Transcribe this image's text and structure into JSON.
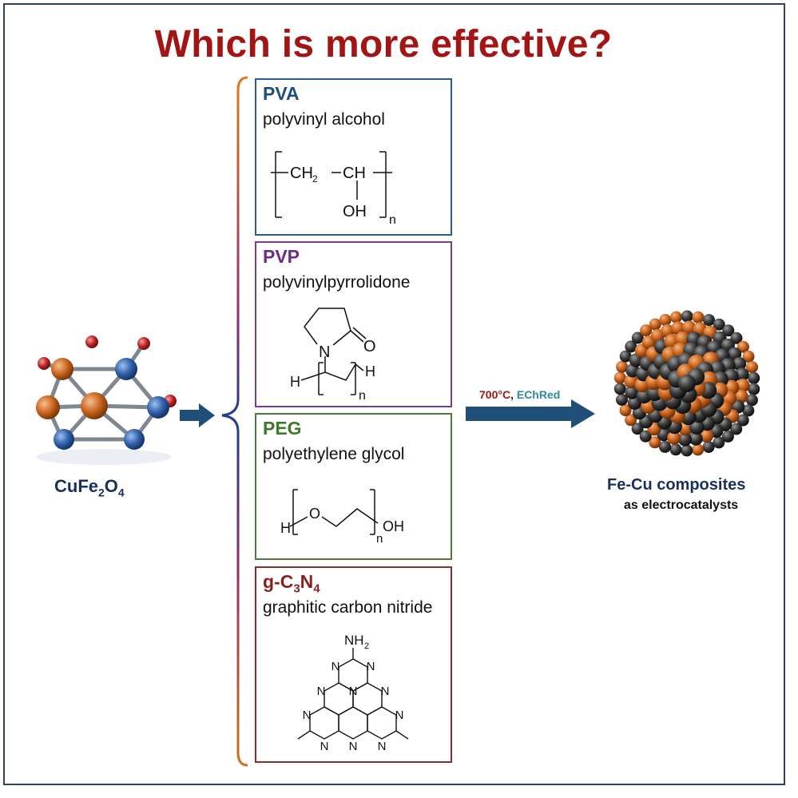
{
  "title": "Which is more effective?",
  "polymers": [
    {
      "abbr": "PVA",
      "name": "polyvinyl alcohol"
    },
    {
      "abbr": "PVP",
      "name": "polyvinylpyrrolidone"
    },
    {
      "abbr": "PEG",
      "name": "polyethylene glycol"
    },
    {
      "abbr": "g-C3N4",
      "name": "graphitic carbon nitride"
    }
  ],
  "structure_labels": {
    "pva_ch2": "CH",
    "pva_ch": "CH",
    "pva_oh": "OH",
    "pva_n": "n",
    "pvp_n_atom": "N",
    "pvp_o": "O",
    "pvp_h_left": "H",
    "pvp_h_right": "H",
    "pvp_n": "n",
    "peg_h": "H",
    "peg_o": "O",
    "peg_oh": "OH",
    "peg_n": "n",
    "gcn_nh2": "NH",
    "gcn_n": "N"
  },
  "precursor": {
    "formula": "CuFe2O4"
  },
  "conditions": {
    "temperature": "700°C",
    "separator": ",",
    "method": "EChRed"
  },
  "product": {
    "name": "Fe-Cu composites",
    "subtitle": "as electrocatalysts"
  },
  "colors": {
    "title": "#a31515",
    "arrow": "#1f4e79",
    "pva": "#1f4e7a",
    "pvp": "#6b2d80",
    "peg": "#3f7a2b",
    "gcn": "#8a1f1f",
    "copper_sphere": "#c8621c",
    "iron_sphere": "#3a3a3a",
    "lattice_blue": "#2f5fa8",
    "lattice_red": "#c02020"
  }
}
